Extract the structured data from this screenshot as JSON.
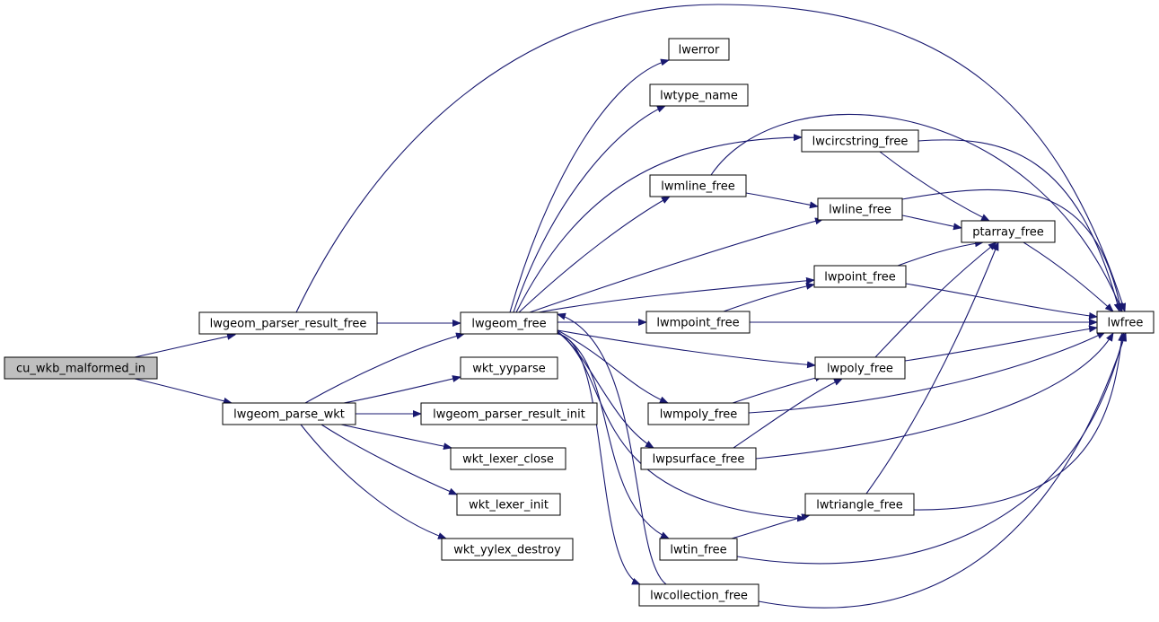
{
  "graph": {
    "root": "cu_wkb_malformed_in",
    "nodes": [
      {
        "id": "cu_wkb_malformed_in",
        "label": "cu_wkb_malformed_in",
        "root": true
      },
      {
        "id": "lwgeom_parser_result_free",
        "label": "lwgeom_parser_result_free"
      },
      {
        "id": "lwgeom_parse_wkt",
        "label": "lwgeom_parse_wkt"
      },
      {
        "id": "lwgeom_free",
        "label": "lwgeom_free"
      },
      {
        "id": "wkt_yyparse",
        "label": "wkt_yyparse"
      },
      {
        "id": "lwgeom_parser_result_init",
        "label": "lwgeom_parser_result_init"
      },
      {
        "id": "wkt_lexer_close",
        "label": "wkt_lexer_close"
      },
      {
        "id": "wkt_lexer_init",
        "label": "wkt_lexer_init"
      },
      {
        "id": "wkt_yylex_destroy",
        "label": "wkt_yylex_destroy"
      },
      {
        "id": "lwerror",
        "label": "lwerror"
      },
      {
        "id": "lwtype_name",
        "label": "lwtype_name"
      },
      {
        "id": "lwcircstring_free",
        "label": "lwcircstring_free"
      },
      {
        "id": "lwmline_free",
        "label": "lwmline_free"
      },
      {
        "id": "lwline_free",
        "label": "lwline_free"
      },
      {
        "id": "ptarray_free",
        "label": "ptarray_free"
      },
      {
        "id": "lwpoint_free",
        "label": "lwpoint_free"
      },
      {
        "id": "lwmpoint_free",
        "label": "lwmpoint_free"
      },
      {
        "id": "lwpoly_free",
        "label": "lwpoly_free"
      },
      {
        "id": "lwmpoly_free",
        "label": "lwmpoly_free"
      },
      {
        "id": "lwpsurface_free",
        "label": "lwpsurface_free"
      },
      {
        "id": "lwtriangle_free",
        "label": "lwtriangle_free"
      },
      {
        "id": "lwtin_free",
        "label": "lwtin_free"
      },
      {
        "id": "lwcollection_free",
        "label": "lwcollection_free"
      },
      {
        "id": "lwfree",
        "label": "lwfree"
      }
    ],
    "edges": [
      [
        "cu_wkb_malformed_in",
        "lwgeom_parser_result_free"
      ],
      [
        "cu_wkb_malformed_in",
        "lwgeom_parse_wkt"
      ],
      [
        "lwgeom_parser_result_free",
        "lwgeom_free"
      ],
      [
        "lwgeom_parser_result_free",
        "lwfree"
      ],
      [
        "lwgeom_parse_wkt",
        "lwgeom_free"
      ],
      [
        "lwgeom_parse_wkt",
        "wkt_yyparse"
      ],
      [
        "lwgeom_parse_wkt",
        "lwgeom_parser_result_init"
      ],
      [
        "lwgeom_parse_wkt",
        "wkt_lexer_close"
      ],
      [
        "lwgeom_parse_wkt",
        "wkt_lexer_init"
      ],
      [
        "lwgeom_parse_wkt",
        "wkt_yylex_destroy"
      ],
      [
        "lwgeom_free",
        "lwerror"
      ],
      [
        "lwgeom_free",
        "lwtype_name"
      ],
      [
        "lwgeom_free",
        "lwcircstring_free"
      ],
      [
        "lwgeom_free",
        "lwmline_free"
      ],
      [
        "lwgeom_free",
        "lwline_free"
      ],
      [
        "lwgeom_free",
        "lwpoint_free"
      ],
      [
        "lwgeom_free",
        "lwmpoint_free"
      ],
      [
        "lwgeom_free",
        "lwpoly_free"
      ],
      [
        "lwgeom_free",
        "lwmpoly_free"
      ],
      [
        "lwgeom_free",
        "lwpsurface_free"
      ],
      [
        "lwgeom_free",
        "lwtriangle_free"
      ],
      [
        "lwgeom_free",
        "lwtin_free"
      ],
      [
        "lwgeom_free",
        "lwcollection_free"
      ],
      [
        "lwcollection_free",
        "lwgeom_free"
      ],
      [
        "lwcollection_free",
        "lwfree"
      ],
      [
        "lwcircstring_free",
        "ptarray_free"
      ],
      [
        "lwcircstring_free",
        "lwfree"
      ],
      [
        "lwmline_free",
        "lwline_free"
      ],
      [
        "lwmline_free",
        "lwfree"
      ],
      [
        "lwline_free",
        "ptarray_free"
      ],
      [
        "lwline_free",
        "lwfree"
      ],
      [
        "ptarray_free",
        "lwfree"
      ],
      [
        "lwpoint_free",
        "ptarray_free"
      ],
      [
        "lwpoint_free",
        "lwfree"
      ],
      [
        "lwmpoint_free",
        "lwpoint_free"
      ],
      [
        "lwmpoint_free",
        "lwfree"
      ],
      [
        "lwpoly_free",
        "ptarray_free"
      ],
      [
        "lwpoly_free",
        "lwfree"
      ],
      [
        "lwmpoly_free",
        "lwpoly_free"
      ],
      [
        "lwmpoly_free",
        "lwfree"
      ],
      [
        "lwpsurface_free",
        "lwpoly_free"
      ],
      [
        "lwpsurface_free",
        "lwfree"
      ],
      [
        "lwtriangle_free",
        "ptarray_free"
      ],
      [
        "lwtriangle_free",
        "lwfree"
      ],
      [
        "lwtin_free",
        "lwtriangle_free"
      ],
      [
        "lwtin_free",
        "lwfree"
      ]
    ]
  },
  "colors": {
    "edge": "#191970",
    "root_fill": "#bfbfbf",
    "node_fill": "#ffffff",
    "node_border": "#000000"
  }
}
